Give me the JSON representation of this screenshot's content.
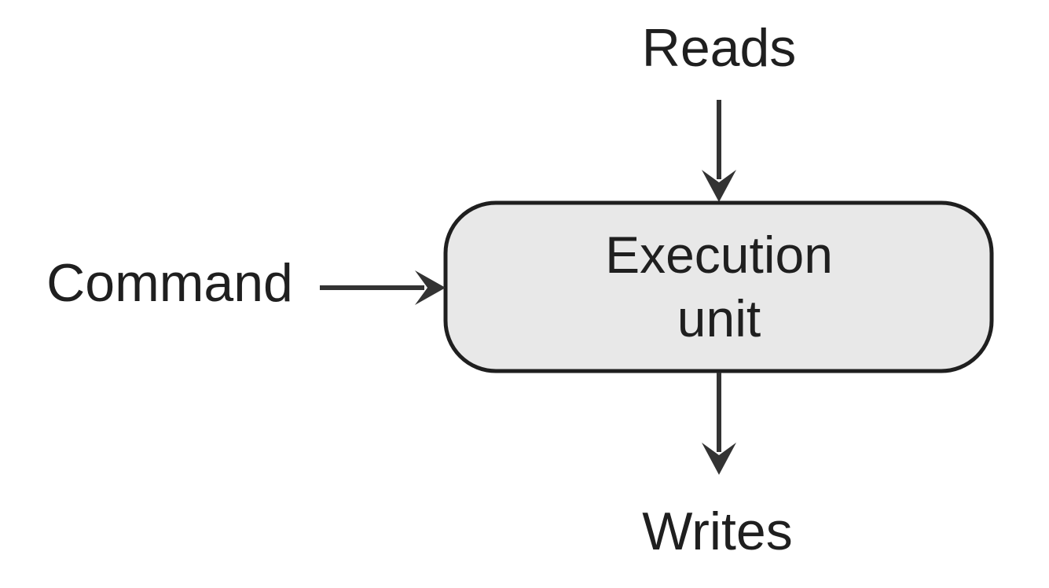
{
  "diagram": {
    "nodes": {
      "execution_unit": {
        "line1": "Execution",
        "line2": "unit",
        "fill": "#e8e8e8",
        "stroke": "#1f1f1f"
      }
    },
    "labels": {
      "reads": "Reads",
      "command": "Command",
      "writes": "Writes"
    },
    "arrow_color": "#333333",
    "edges": [
      {
        "from": "reads",
        "to": "execution_unit"
      },
      {
        "from": "command",
        "to": "execution_unit"
      },
      {
        "from": "execution_unit",
        "to": "writes"
      }
    ]
  }
}
